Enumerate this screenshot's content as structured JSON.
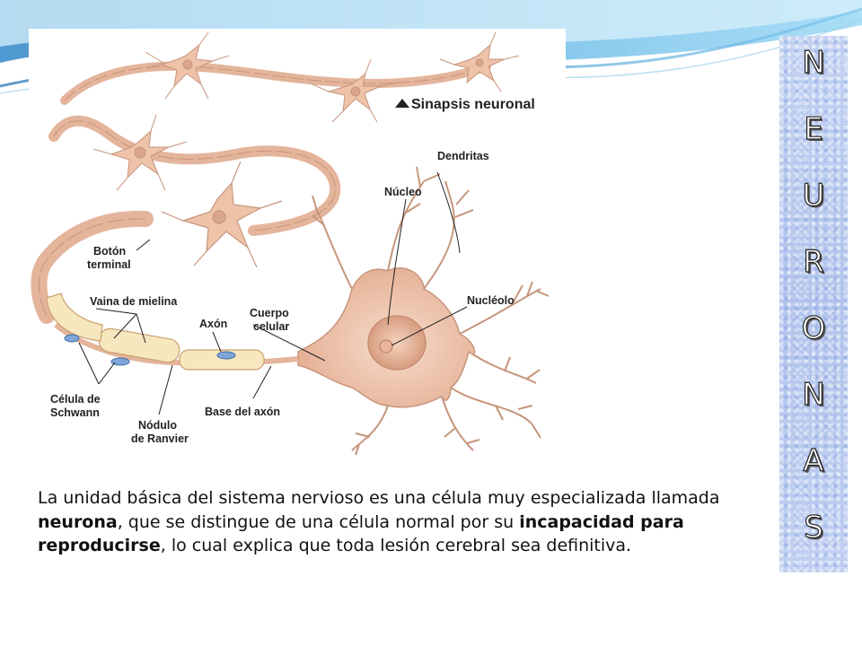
{
  "diagram": {
    "labels": {
      "sinapsis": "Sinapsis neuronal",
      "dendritas": "Dendritas",
      "nucleo": "Núcleo",
      "boton_l1": "Botón",
      "boton_l2": "terminal",
      "vaina": "Vaina de mielina",
      "cuerpo_l1": "Cuerpo",
      "cuerpo_l2": "celular",
      "axon": "Axón",
      "nucleolo": "Nucléolo",
      "schwann_l1": "Célula de",
      "schwann_l2": "Schwann",
      "base_axon": "Base del axón",
      "nodulo_l1": "Nódulo",
      "nodulo_l2": "de Ranvier"
    }
  },
  "side_title": {
    "letters": [
      "N",
      "E",
      "U",
      "R",
      "O",
      "N",
      "A",
      "S"
    ]
  },
  "caption": {
    "part1": "La unidad básica del sistema nervioso es una célula muy especializada llamada ",
    "bold1": "neurona",
    "part2": ", que se distingue de una célula normal por su ",
    "bold2": "incapacidad para reproducirse",
    "part3": ", lo cual explica que toda lesión cerebral sea definitiva."
  },
  "colors": {
    "cell": "#ecc3ad",
    "cell_dark": "#c99b85",
    "myelin": "#f7e7bf",
    "panel": "#b9c9ee"
  }
}
